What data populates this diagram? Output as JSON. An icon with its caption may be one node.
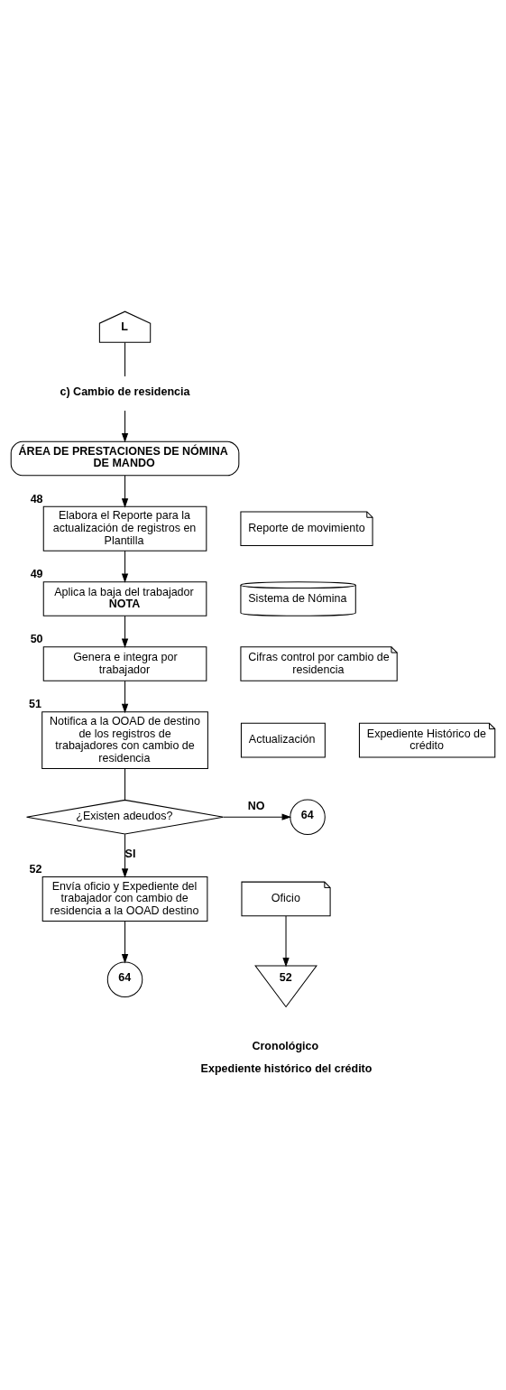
{
  "diagram": {
    "nodes": [
      {
        "text": [
          "L"
        ]
      },
      {
        "text": [
          "c) Cambio de residencia"
        ]
      },
      {
        "text": [
          "ÁREA DE PRESTACIONES DE NÓMINA DE MANDO"
        ]
      },
      {
        "text": [
          "Elabora el Reporte para la actualización de registros en Plantilla"
        ],
        "beside": [
          "48"
        ]
      },
      {
        "text": [
          "Reporte de movimiento"
        ]
      },
      {
        "text": [
          "Aplica la baja del trabajador",
          "NOTA"
        ],
        "beside": [
          "49"
        ]
      },
      {
        "text": [
          "Sistema de Nómina"
        ]
      },
      {
        "text": [
          "Genera e integra por trabajador"
        ],
        "beside": [
          "50"
        ]
      },
      {
        "text": [
          "Cifras control por cambio de residencia"
        ]
      },
      {
        "text": [
          "Notifica a la OOAD de destino de los registros de trabajadores con cambio de residencia"
        ],
        "beside": [
          "51"
        ]
      },
      {
        "text": [
          "Actualización"
        ]
      },
      {
        "text": [
          "Expediente Histórico de crédito"
        ]
      },
      {
        "text": [
          "¿Existen adeudos?"
        ]
      },
      {
        "text": [
          "64"
        ]
      },
      {
        "text": [
          "Envía oficio y Expediente del trabajador con cambio de residencia a la OOAD destino"
        ],
        "beside": [
          "52"
        ]
      },
      {
        "text": [
          "Oficio"
        ]
      },
      {
        "text": [
          "64"
        ]
      },
      {
        "text": [
          "52"
        ],
        "beside": [
          "Cronológico",
          "Expediente histórico del crédito"
        ]
      }
    ],
    "edges": [
      {
        "from": 0,
        "to": 1,
        "arrow": "none"
      },
      {
        "from": 1,
        "to": 2,
        "arrow": "to"
      },
      {
        "from": 2,
        "to": 3,
        "arrow": "to"
      },
      {
        "from": 3,
        "to": 5,
        "arrow": "to"
      },
      {
        "from": 5,
        "to": 7,
        "arrow": "to"
      },
      {
        "from": 7,
        "to": 9,
        "arrow": "to"
      },
      {
        "from": 9,
        "to": 12,
        "arrow": "none"
      },
      {
        "from": 12,
        "to": 13,
        "arrow": "to",
        "label": "NO"
      },
      {
        "from": 12,
        "to": 14,
        "arrow": "to",
        "label": "SI"
      },
      {
        "from": 14,
        "to": 16,
        "arrow": "to"
      },
      {
        "from": 15,
        "to": 17,
        "arrow": "to"
      }
    ]
  }
}
